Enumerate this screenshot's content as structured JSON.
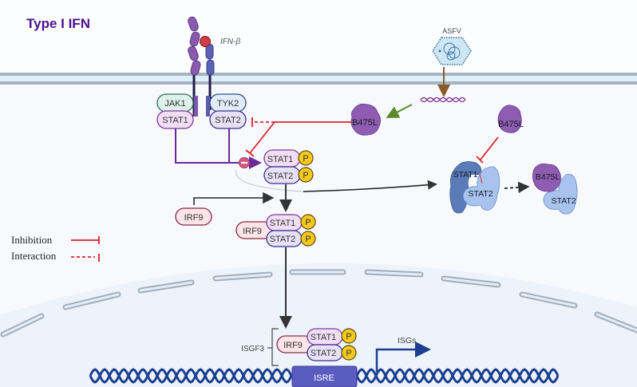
{
  "title": "Type I IFN",
  "ligand": {
    "label": "IFN-β"
  },
  "virus": {
    "label": "ASFV"
  },
  "receptor": {
    "jak1": "JAK1",
    "tyk2": "TYK2",
    "stat1": "STAT1",
    "stat2": "STAT2"
  },
  "dimer": {
    "stat1": "STAT1",
    "stat2": "STAT2",
    "p": "P"
  },
  "irf9_free": "IRF9",
  "complex": {
    "irf9": "IRF9",
    "stat1": "STAT1",
    "stat2": "STAT2",
    "p": "P"
  },
  "viral_protein": {
    "label": "B475L"
  },
  "viral_protein_2": {
    "label": "B475L"
  },
  "stat_complex": {
    "stat1": "STAT1",
    "stat2": "STAT2"
  },
  "bound_complex": {
    "b475l": "B475L",
    "stat2": "STAT2"
  },
  "nucleus": {
    "isgf3_label": "ISGF3",
    "irf9": "IRF9",
    "stat1": "STAT1",
    "stat2": "STAT2",
    "p": "P",
    "isre": "ISRE",
    "isgs": "ISGs"
  },
  "legend": {
    "inhibition": "Inhibition",
    "interaction": "Interaction"
  },
  "colors": {
    "title": "#4b1190",
    "inhibition": "#d9262b",
    "activation_green": "#5a8a2a",
    "virus_arrow": "#8a5a2a",
    "stat_purple": "#6a3a9a",
    "phospho": "#f5c919",
    "dna": "#1c3f8f"
  }
}
